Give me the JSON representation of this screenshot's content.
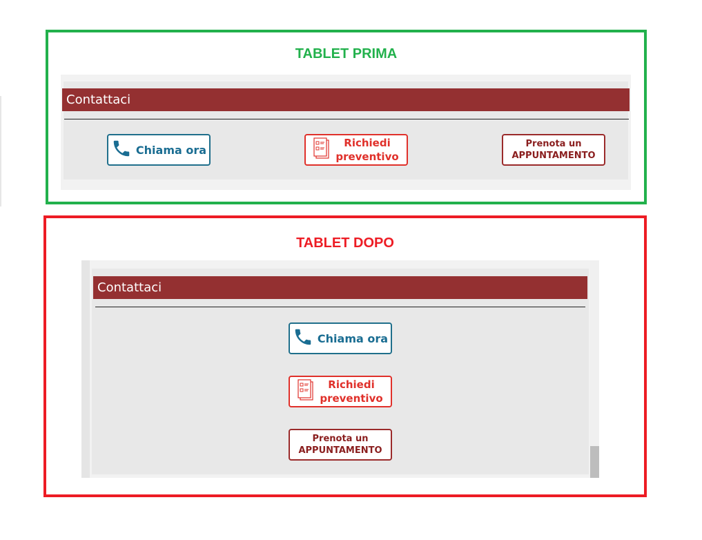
{
  "before": {
    "title": "TABLET PRIMA",
    "header": "Contattaci",
    "buttons": {
      "call": "Chiama ora",
      "quote_line1": "Richiedi",
      "quote_line2": "preventivo",
      "appt_line1": "Prenota un",
      "appt_line2": "APPUNTAMENTO"
    }
  },
  "after": {
    "title": "TABLET DOPO",
    "header": "Contattaci",
    "buttons": {
      "call": "Chiama ora",
      "quote_line1": "Richiedi",
      "quote_line2": "preventivo",
      "appt_line1": "Prenota un",
      "appt_line2": "APPUNTAMENTO"
    }
  },
  "colors": {
    "green_frame": "#22b14c",
    "red_frame": "#ed1c24",
    "header_bg": "#943031",
    "call_color": "#1a6d92",
    "quote_color": "#e0302a",
    "appt_color": "#8a1e1e"
  },
  "icons": {
    "call": "phone-icon",
    "quote": "document-checklist-icon"
  }
}
